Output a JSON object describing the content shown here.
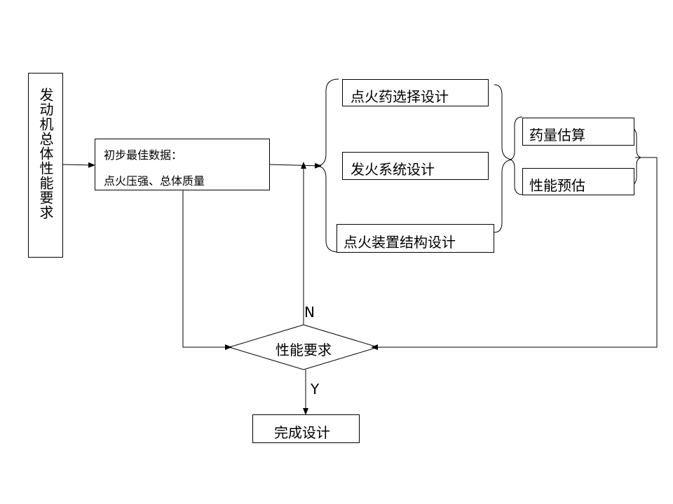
{
  "nodes": {
    "engine_requirements": "发动机总体性能要求",
    "preliminary_data_title": "初步最佳数据：",
    "preliminary_data_items": "点火压强、总体质量",
    "igniter_charge_design": "点火药选择设计",
    "ignition_system_design": "发火系统设计",
    "igniter_structure_design": "点火装置结构设计",
    "charge_estimation": "药量估算",
    "performance_prediction": "性能预估",
    "performance_check": "性能要求",
    "design_complete": "完成设计"
  },
  "edges": {
    "no_label": "N",
    "yes_label": "Y"
  }
}
